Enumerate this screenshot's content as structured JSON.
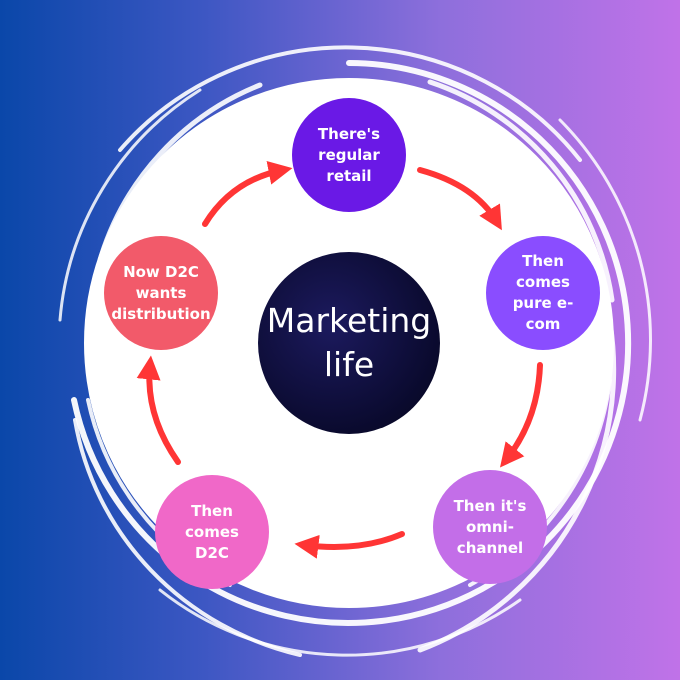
{
  "center": {
    "line1": "Marketing",
    "line2": "life"
  },
  "nodes": [
    {
      "lines": [
        "There's",
        "regular",
        "retail"
      ],
      "color": "#6a19e6"
    },
    {
      "lines": [
        "Then",
        "comes",
        "pure e-",
        "com"
      ],
      "color": "#8a4dff"
    },
    {
      "lines": [
        "Then it's",
        "omni-",
        "channel"
      ],
      "color": "#c36ee8"
    },
    {
      "lines": [
        "Then",
        "comes",
        "D2C"
      ],
      "color": "#f068c8"
    },
    {
      "lines": [
        "Now D2C",
        "wants",
        "distribution"
      ],
      "color": "#f25a6a"
    }
  ],
  "colors": {
    "background_left": "#0a47a9",
    "background_right": "#c072e8",
    "arrow": "#ff3535",
    "swirl": "#ffffff"
  }
}
